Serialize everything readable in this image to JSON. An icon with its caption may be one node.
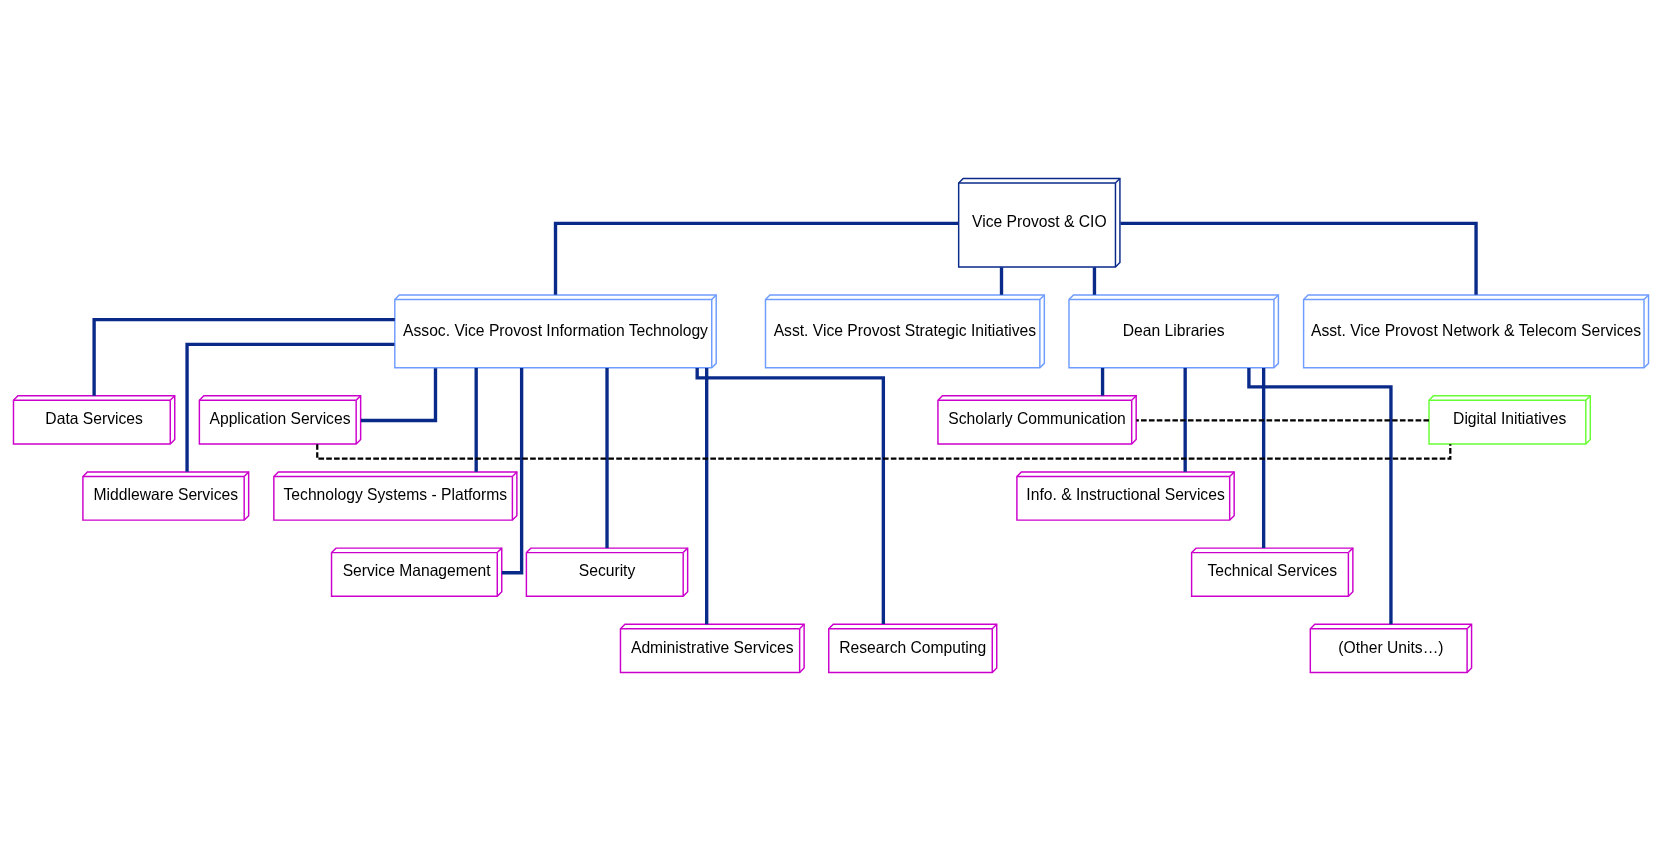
{
  "diagram": {
    "nodes": [
      {
        "text": [
          "Vice Provost & CIO"
        ]
      },
      {
        "text": [
          "Assoc. Vice Provost Information Technology"
        ]
      },
      {
        "text": [
          "Asst. Vice Provost Strategic Initiatives"
        ]
      },
      {
        "text": [
          "Dean Libraries"
        ]
      },
      {
        "text": [
          "Asst. Vice Provost Network & Telecom Services"
        ]
      },
      {
        "text": [
          "Data Services"
        ]
      },
      {
        "text": [
          "Application Services"
        ]
      },
      {
        "text": [
          "Digital Initiatives"
        ]
      },
      {
        "text": [
          "Scholarly Communication"
        ]
      },
      {
        "text": [
          "Middleware Services"
        ]
      },
      {
        "text": [
          "Technology Systems - Platforms"
        ]
      },
      {
        "text": [
          "Info. & Instructional Services"
        ]
      },
      {
        "text": [
          "Service Management"
        ]
      },
      {
        "text": [
          "Security"
        ]
      },
      {
        "text": [
          "Technical Services"
        ]
      },
      {
        "text": [
          "Administrative Services"
        ]
      },
      {
        "text": [
          "Research Computing"
        ]
      },
      {
        "text": [
          "(Other Units…)"
        ]
      }
    ],
    "edges": [
      {
        "from": 0,
        "to": 1,
        "arrow": "none"
      },
      {
        "from": 0,
        "to": 2,
        "arrow": "none"
      },
      {
        "from": 0,
        "to": 3,
        "arrow": "none"
      },
      {
        "from": 0,
        "to": 4,
        "arrow": "none"
      },
      {
        "from": 1,
        "to": 5,
        "arrow": "none"
      },
      {
        "from": 1,
        "to": 6,
        "arrow": "none"
      },
      {
        "from": 1,
        "to": 9,
        "arrow": "none"
      },
      {
        "from": 1,
        "to": 10,
        "arrow": "none"
      },
      {
        "from": 1,
        "to": 12,
        "arrow": "none"
      },
      {
        "from": 1,
        "to": 13,
        "arrow": "none"
      },
      {
        "from": 1,
        "to": 15,
        "arrow": "none"
      },
      {
        "from": 1,
        "to": 16,
        "arrow": "none"
      },
      {
        "from": 3,
        "to": 8,
        "arrow": "none"
      },
      {
        "from": 3,
        "to": 11,
        "arrow": "none"
      },
      {
        "from": 3,
        "to": 14,
        "arrow": "none"
      },
      {
        "from": 3,
        "to": 17,
        "arrow": "none"
      },
      {
        "from": 6,
        "to": 7,
        "arrow": "none",
        "style": "dashed",
        "color": "#000000"
      },
      {
        "from": 7,
        "to": 8,
        "arrow": "none",
        "style": "dashed",
        "color": "#000000"
      }
    ]
  }
}
